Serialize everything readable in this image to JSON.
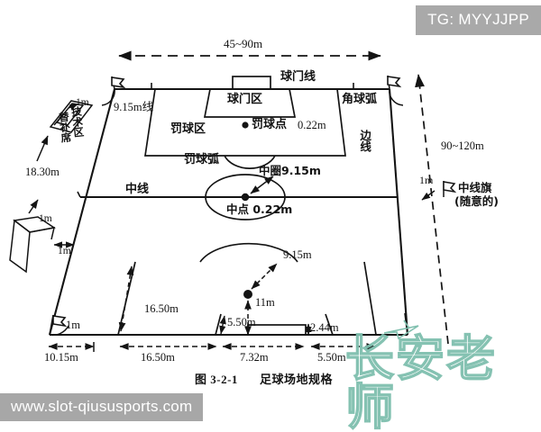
{
  "page": {
    "title_caption_number": "图 3-2-1",
    "title_caption_text": "足球场地规格",
    "background_color": "#ffffff",
    "line_color": "#141414"
  },
  "badge": {
    "text": "TG: MYYJJPP",
    "background": "#a9a9a9",
    "color": "#ffffff"
  },
  "url_bar": {
    "text": "www.slot-qiususports.com",
    "background": "#a7a7a7",
    "color": "#ffffff"
  },
  "watermark": {
    "text": "长安老师",
    "color": "#7fbfae",
    "icon": "paper-plane-icon"
  },
  "dimensions": {
    "top_width": "45~90m",
    "right_length": "90~120m",
    "technical_area_depth": "18.30m",
    "corner_flag_left_bottom": "1m",
    "corner_arc_left_top": "1m",
    "bench_offset": "1m",
    "bench_width": "1m",
    "sideline_flag_offset": "1m",
    "penalty_area_depth": "16.50m",
    "goal_area_depth": "5.50m",
    "penalty_spot_distance": "11m",
    "goal_height": "2.44m",
    "penalty_arc_radius": "9.15m",
    "bottom_corner_to_penalty": "10.15m",
    "bottom_penalty_width": "16.50m",
    "bottom_goal_width": "7.32m",
    "bottom_goal_area_width": "5.50m",
    "center_circle": "中圈9.15m",
    "center_spot": "中点 0.22m",
    "penalty_spot_size": "0.22m"
  },
  "field_labels": {
    "goal_line": "球门线",
    "goal_area": "球门区",
    "penalty_area": "罚球区",
    "penalty_arc": "罚球弧",
    "penalty_spot": "罚球点",
    "corner_arc": "角球弧",
    "nine_fifteen_line": "9.15m线",
    "center_line": "中线",
    "side_line": "边线",
    "center_flag": "中线旗",
    "center_flag_note": "(随意的)",
    "technical_area": "技术区",
    "substitute_bench": "替补席"
  }
}
